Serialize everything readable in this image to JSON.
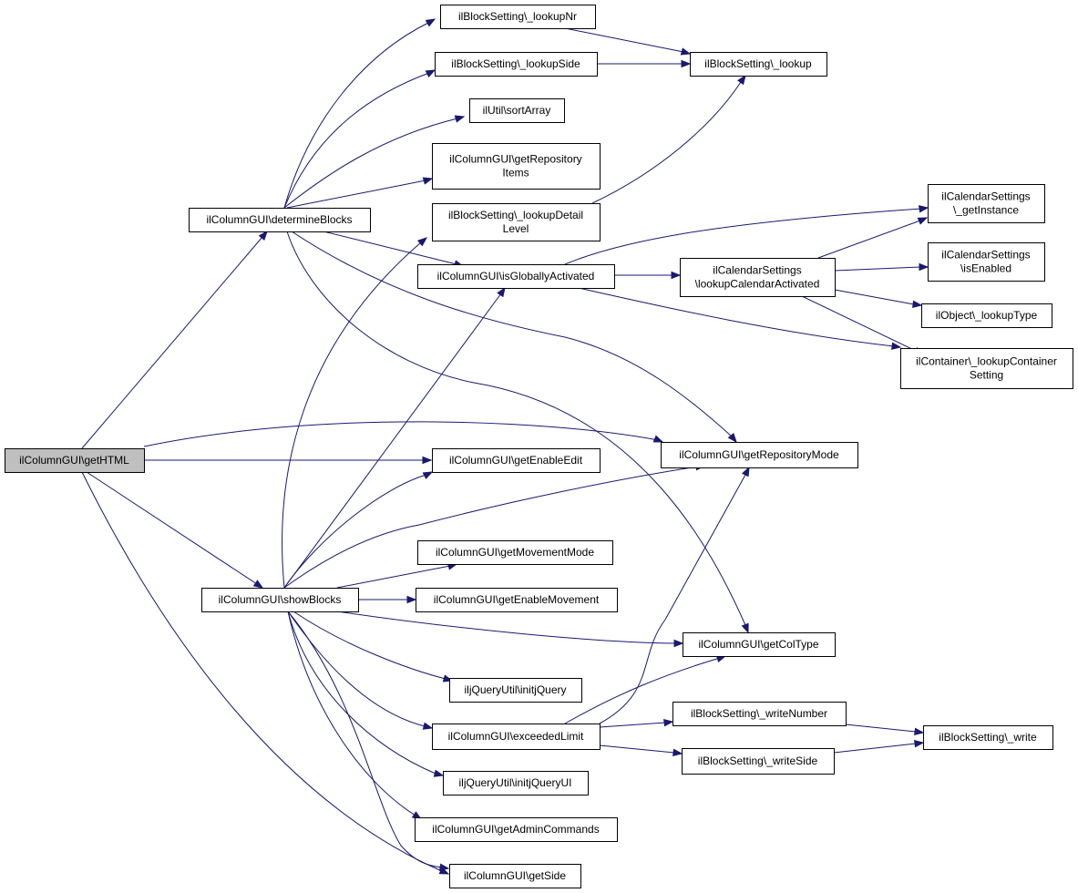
{
  "diagram": {
    "nodes": [
      {
        "id": "getHTML",
        "lines": [
          "ilColumnGUI\\getHTML"
        ],
        "root": true
      },
      {
        "id": "determineBlocks",
        "lines": [
          "ilColumnGUI\\determineBlocks"
        ]
      },
      {
        "id": "showBlocks",
        "lines": [
          "ilColumnGUI\\showBlocks"
        ]
      },
      {
        "id": "lookupNr",
        "lines": [
          "ilBlockSetting\\_lookupNr"
        ]
      },
      {
        "id": "lookupSide",
        "lines": [
          "ilBlockSetting\\_lookupSide"
        ]
      },
      {
        "id": "sortArray",
        "lines": [
          "ilUtil\\sortArray"
        ]
      },
      {
        "id": "getRepositoryItems",
        "lines": [
          "ilColumnGUI\\getRepository",
          "Items"
        ]
      },
      {
        "id": "lookupDetailLevel",
        "lines": [
          "ilBlockSetting\\_lookupDetail",
          "Level"
        ]
      },
      {
        "id": "isGloballyActivated",
        "lines": [
          "ilColumnGUI\\isGloballyActivated"
        ]
      },
      {
        "id": "lookup",
        "lines": [
          "ilBlockSetting\\_lookup"
        ]
      },
      {
        "id": "lookupCalendarActivated",
        "lines": [
          "ilCalendarSettings",
          "\\lookupCalendarActivated"
        ]
      },
      {
        "id": "getInstance",
        "lines": [
          "ilCalendarSettings",
          "\\_getInstance"
        ]
      },
      {
        "id": "isEnabled",
        "lines": [
          "ilCalendarSettings",
          "\\isEnabled"
        ]
      },
      {
        "id": "lookupType",
        "lines": [
          "ilObject\\_lookupType"
        ]
      },
      {
        "id": "lookupContainerSetting",
        "lines": [
          "ilContainer\\_lookupContainer",
          "Setting"
        ]
      },
      {
        "id": "getRepositoryMode",
        "lines": [
          "ilColumnGUI\\getRepositoryMode"
        ]
      },
      {
        "id": "getEnableEdit",
        "lines": [
          "ilColumnGUI\\getEnableEdit"
        ]
      },
      {
        "id": "getMovementMode",
        "lines": [
          "ilColumnGUI\\getMovementMode"
        ]
      },
      {
        "id": "getEnableMovement",
        "lines": [
          "ilColumnGUI\\getEnableMovement"
        ]
      },
      {
        "id": "getColType",
        "lines": [
          "ilColumnGUI\\getColType"
        ]
      },
      {
        "id": "initjQuery",
        "lines": [
          "iljQueryUtil\\initjQuery"
        ]
      },
      {
        "id": "exceededLimit",
        "lines": [
          "ilColumnGUI\\exceededLimit"
        ]
      },
      {
        "id": "writeNumber",
        "lines": [
          "ilBlockSetting\\_writeNumber"
        ]
      },
      {
        "id": "write",
        "lines": [
          "ilBlockSetting\\_write"
        ]
      },
      {
        "id": "writeSide",
        "lines": [
          "ilBlockSetting\\_writeSide"
        ]
      },
      {
        "id": "initjQueryUI",
        "lines": [
          "iljQueryUtil\\initjQueryUI"
        ]
      },
      {
        "id": "getAdminCommands",
        "lines": [
          "ilColumnGUI\\getAdminCommands"
        ]
      },
      {
        "id": "getSide",
        "lines": [
          "ilColumnGUI\\getSide"
        ]
      }
    ],
    "edges": [
      {
        "from": "getHTML",
        "to": "determineBlocks"
      },
      {
        "from": "getHTML",
        "to": "getRepositoryMode"
      },
      {
        "from": "getHTML",
        "to": "getEnableEdit"
      },
      {
        "from": "getHTML",
        "to": "showBlocks"
      },
      {
        "from": "getHTML",
        "to": "getSide"
      },
      {
        "from": "determineBlocks",
        "to": "lookupNr"
      },
      {
        "from": "determineBlocks",
        "to": "lookupSide"
      },
      {
        "from": "determineBlocks",
        "to": "sortArray"
      },
      {
        "from": "determineBlocks",
        "to": "getRepositoryItems"
      },
      {
        "from": "determineBlocks",
        "to": "isGloballyActivated"
      },
      {
        "from": "determineBlocks",
        "to": "getRepositoryMode"
      },
      {
        "from": "determineBlocks",
        "to": "getColType"
      },
      {
        "from": "lookupNr",
        "to": "lookup"
      },
      {
        "from": "lookupSide",
        "to": "lookup"
      },
      {
        "from": "lookupDetailLevel",
        "to": "lookup"
      },
      {
        "from": "isGloballyActivated",
        "to": "getInstance"
      },
      {
        "from": "isGloballyActivated",
        "to": "lookupCalendarActivated"
      },
      {
        "from": "isGloballyActivated",
        "to": "lookupContainerSetting"
      },
      {
        "from": "lookupCalendarActivated",
        "to": "getInstance"
      },
      {
        "from": "lookupCalendarActivated",
        "to": "isEnabled"
      },
      {
        "from": "lookupCalendarActivated",
        "to": "lookupType"
      },
      {
        "from": "lookupCalendarActivated",
        "to": "lookupContainerSetting"
      },
      {
        "from": "showBlocks",
        "to": "lookupDetailLevel"
      },
      {
        "from": "showBlocks",
        "to": "isGloballyActivated"
      },
      {
        "from": "showBlocks",
        "to": "getEnableEdit"
      },
      {
        "from": "showBlocks",
        "to": "getRepositoryMode"
      },
      {
        "from": "showBlocks",
        "to": "getMovementMode"
      },
      {
        "from": "showBlocks",
        "to": "getEnableMovement"
      },
      {
        "from": "showBlocks",
        "to": "getColType"
      },
      {
        "from": "showBlocks",
        "to": "initjQuery"
      },
      {
        "from": "showBlocks",
        "to": "exceededLimit"
      },
      {
        "from": "showBlocks",
        "to": "initjQueryUI"
      },
      {
        "from": "showBlocks",
        "to": "getAdminCommands"
      },
      {
        "from": "showBlocks",
        "to": "getSide"
      },
      {
        "from": "exceededLimit",
        "to": "getRepositoryMode"
      },
      {
        "from": "exceededLimit",
        "to": "getColType"
      },
      {
        "from": "exceededLimit",
        "to": "writeNumber"
      },
      {
        "from": "exceededLimit",
        "to": "writeSide"
      },
      {
        "from": "writeNumber",
        "to": "write"
      },
      {
        "from": "writeSide",
        "to": "write"
      }
    ],
    "colors": {
      "edge": "#191970",
      "root_fill": "#bfbfbf",
      "node_fill": "#ffffff",
      "node_stroke": "#000000"
    }
  }
}
